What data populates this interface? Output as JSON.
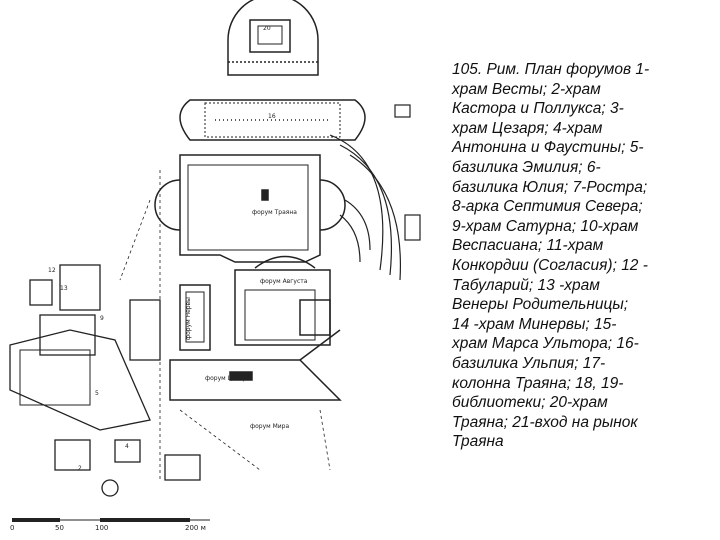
{
  "caption": {
    "lines": [
      "105. Рим. План форумов 1-",
      "храм Весты; 2-храм",
      "Кастора и Поллукса; 3-",
      "храм Цезаря; 4-храм",
      "Антонина и Фаустины; 5-",
      "базилика Эмилия; 6-",
      "базилика Юлия; 7-Ростра;",
      "8-арка Септимия Севера;",
      "9-храм Сатурна; 10-храм",
      "Веспасиана; 11-храм",
      "Конкордии (Согласия); 12 -",
      "Табуларий; 13 -храм",
      "Венеры Родительницы;",
      "14 -храм Минервы; 15-",
      "храм Марса Ультора; 16-",
      "базилика Ульпия; 17-",
      "колонна Траяна; 18, 19-",
      "библиотеки; 20-храм",
      "Траяна; 21-вход на рынок",
      "Траяна"
    ]
  },
  "plan": {
    "labels": {
      "trajan_forum": "форум Траяна",
      "augustus_forum": "форум Августа",
      "nerva_forum": "форум Нервы",
      "caesar_forum": "форум Цезаря",
      "peace_forum": "форум Мира"
    },
    "numbers": [
      "20",
      "16",
      "13",
      "12",
      "9",
      "5",
      "4",
      "2"
    ],
    "scale": [
      "0",
      "50",
      "100",
      "200 м"
    ]
  }
}
